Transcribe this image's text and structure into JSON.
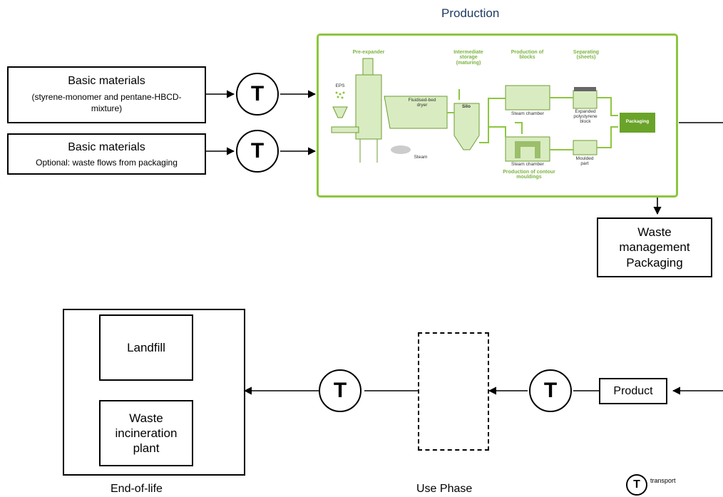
{
  "production": {
    "title": "Production",
    "stages": {
      "pre_expander": "Pre-expander",
      "intermediate_storage": "Intermediate storage (maturing)",
      "production_of_blocks": "Production of blocks",
      "separating": "Separating (sheets)",
      "production_of_contour": "Production of contour mouldings"
    },
    "labels": {
      "eps": "EPS",
      "fluidised": "Fluidised-bed dryer",
      "steam": "Steam",
      "silo": "Silo",
      "steam_chamber_top": "Steam chamber",
      "steam_chamber_bottom": "Steam chamber",
      "expanded_block": "Expanded polystyrene block",
      "moulded_part": "Moulded part",
      "packaging": "Packaging"
    }
  },
  "inputs": [
    {
      "title": "Basic materials",
      "subtitle": "(styrene-monomer and pentane-HBCD-mixture)"
    },
    {
      "title": "Basic materials",
      "subtitle": "Optional: waste flows from packaging"
    }
  ],
  "transport_symbol": "T",
  "waste_management": "Waste management Packaging",
  "end_of_life": {
    "caption": "End-of-life",
    "landfill": "Landfill",
    "incineration": "Waste incineration plant"
  },
  "use_phase": {
    "caption": "Use Phase"
  },
  "product": "Product",
  "legend": {
    "symbol": "T",
    "label": "transport"
  },
  "colors": {
    "green": "#8dc63f",
    "light_green": "#d9ecc1",
    "title_blue": "#1f3b63"
  }
}
